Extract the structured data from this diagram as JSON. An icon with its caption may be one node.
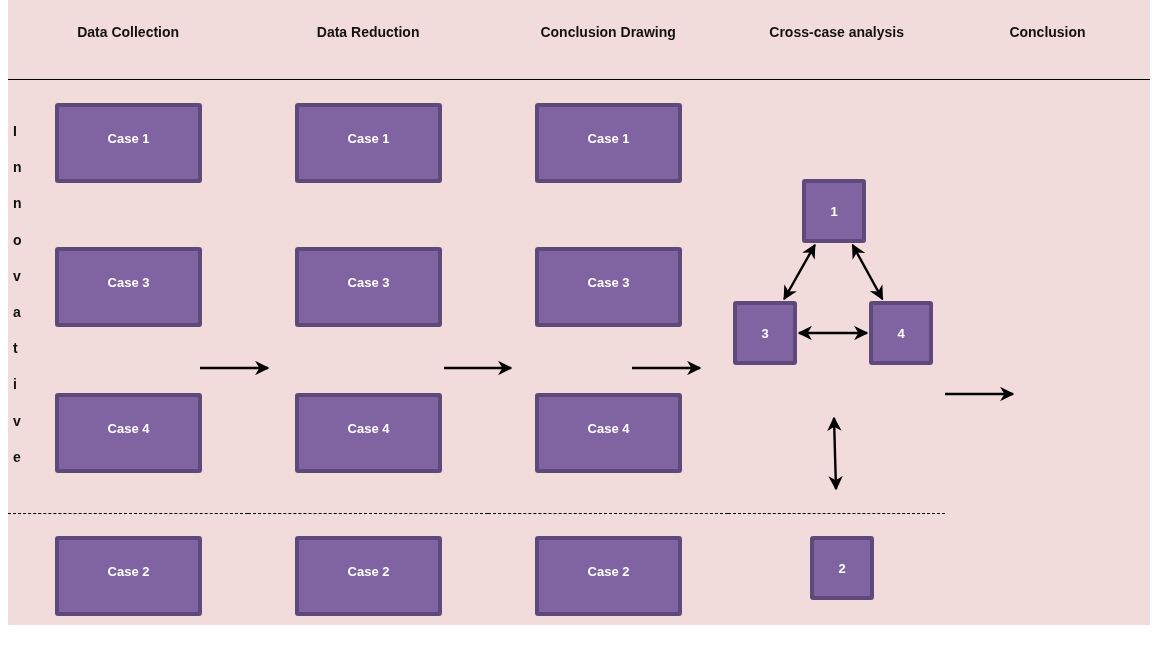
{
  "diagram": {
    "nodes": [
      {
        "text": [
          "Data Collection"
        ]
      },
      {
        "text": [
          "Case 1"
        ],
        "in": 0
      },
      {
        "text": [
          "Case 3"
        ],
        "in": 0
      },
      {
        "text": [
          "Case 4"
        ],
        "in": 0
      },
      {
        "text": [
          "Case 2"
        ],
        "in": 0
      },
      {
        "text": [
          "Data Reduction"
        ]
      },
      {
        "text": [
          "Case 1"
        ],
        "in": 5
      },
      {
        "text": [
          "Case 3"
        ],
        "in": 5
      },
      {
        "text": [
          "Case 4"
        ],
        "in": 5
      },
      {
        "text": [
          "Case 2"
        ],
        "in": 5
      },
      {
        "text": [
          "Conclusion Drawing"
        ]
      },
      {
        "text": [
          "Case 1"
        ],
        "in": 10
      },
      {
        "text": [
          "Case 3"
        ],
        "in": 10
      },
      {
        "text": [
          "Case 4"
        ],
        "in": 10
      },
      {
        "text": [
          "Case 2"
        ],
        "in": 10
      },
      {
        "text": [
          "Cross-case analysis"
        ]
      },
      {
        "text": [
          "1"
        ],
        "in": 15
      },
      {
        "text": [
          "3"
        ],
        "in": 15
      },
      {
        "text": [
          "4"
        ],
        "in": 15
      },
      {
        "text": [
          "2"
        ],
        "in": 15
      },
      {
        "text": [
          "Conclusion"
        ]
      }
    ],
    "edges": [
      {
        "from": 16,
        "to": 17,
        "arrow": "both"
      },
      {
        "from": 16,
        "to": 18,
        "arrow": "both"
      },
      {
        "from": 17,
        "to": 18,
        "arrow": "both"
      }
    ],
    "labels": [
      "Innovative"
    ]
  }
}
